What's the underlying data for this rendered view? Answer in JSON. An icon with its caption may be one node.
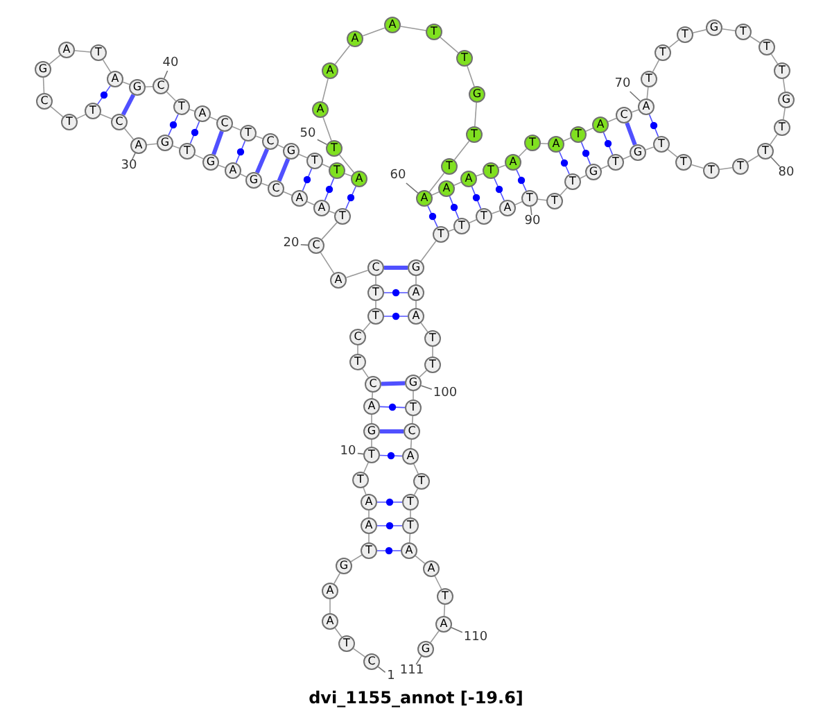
{
  "diagram": {
    "title": "dvi_1155_annot [-19.6]",
    "nodes": [
      {
        "text": [
          "C"
        ]
      },
      {
        "text": [
          "T"
        ]
      },
      {
        "text": [
          "A"
        ]
      },
      {
        "text": [
          "A"
        ]
      },
      {
        "text": [
          "G"
        ]
      },
      {
        "text": [
          "T"
        ]
      },
      {
        "text": [
          "A"
        ]
      },
      {
        "text": [
          "A"
        ]
      },
      {
        "text": [
          "T"
        ]
      },
      {
        "text": [
          "T"
        ]
      },
      {
        "text": [
          "G"
        ]
      },
      {
        "text": [
          "A"
        ]
      },
      {
        "text": [
          "C"
        ]
      },
      {
        "text": [
          "T"
        ]
      },
      {
        "text": [
          "C"
        ]
      },
      {
        "text": [
          "T"
        ]
      },
      {
        "text": [
          "T"
        ]
      },
      {
        "text": [
          "C"
        ]
      },
      {
        "text": [
          "A"
        ]
      },
      {
        "text": [
          "C"
        ]
      },
      {
        "text": [
          "T"
        ]
      },
      {
        "text": [
          "A"
        ]
      },
      {
        "text": [
          "A"
        ]
      },
      {
        "text": [
          "C"
        ]
      },
      {
        "text": [
          "G"
        ]
      },
      {
        "text": [
          "A"
        ]
      },
      {
        "text": [
          "G"
        ]
      },
      {
        "text": [
          "T"
        ]
      },
      {
        "text": [
          "G"
        ]
      },
      {
        "text": [
          "A"
        ]
      },
      {
        "text": [
          "C"
        ]
      },
      {
        "text": [
          "T"
        ]
      },
      {
        "text": [
          "T"
        ]
      },
      {
        "text": [
          "C"
        ]
      },
      {
        "text": [
          "G"
        ]
      },
      {
        "text": [
          "A"
        ]
      },
      {
        "text": [
          "T"
        ]
      },
      {
        "text": [
          "A"
        ]
      },
      {
        "text": [
          "G"
        ]
      },
      {
        "text": [
          "C"
        ]
      },
      {
        "text": [
          "T"
        ]
      },
      {
        "text": [
          "A"
        ]
      },
      {
        "text": [
          "C"
        ]
      },
      {
        "text": [
          "T"
        ]
      },
      {
        "text": [
          "C"
        ]
      },
      {
        "text": [
          "G"
        ]
      },
      {
        "text": [
          "T"
        ]
      },
      {
        "text": [
          "T"
        ]
      },
      {
        "text": [
          "A"
        ]
      },
      {
        "text": [
          "T"
        ]
      },
      {
        "text": [
          "A"
        ]
      },
      {
        "text": [
          "A"
        ]
      },
      {
        "text": [
          "A"
        ]
      },
      {
        "text": [
          "A"
        ]
      },
      {
        "text": [
          "T"
        ]
      },
      {
        "text": [
          "T"
        ]
      },
      {
        "text": [
          "G"
        ]
      },
      {
        "text": [
          "T"
        ]
      },
      {
        "text": [
          "T"
        ]
      },
      {
        "text": [
          "A"
        ]
      },
      {
        "text": [
          "A"
        ]
      },
      {
        "text": [
          "A"
        ]
      },
      {
        "text": [
          "T"
        ]
      },
      {
        "text": [
          "A"
        ]
      },
      {
        "text": [
          "T"
        ]
      },
      {
        "text": [
          "A"
        ]
      },
      {
        "text": [
          "T"
        ]
      },
      {
        "text": [
          "A"
        ]
      },
      {
        "text": [
          "C"
        ]
      },
      {
        "text": [
          "A"
        ]
      },
      {
        "text": [
          "T"
        ]
      },
      {
        "text": [
          "T"
        ]
      },
      {
        "text": [
          "T"
        ]
      },
      {
        "text": [
          "G"
        ]
      },
      {
        "text": [
          "T"
        ]
      },
      {
        "text": [
          "T"
        ]
      },
      {
        "text": [
          "T"
        ]
      },
      {
        "text": [
          "G"
        ]
      },
      {
        "text": [
          "T"
        ]
      },
      {
        "text": [
          "T"
        ]
      },
      {
        "text": [
          "T"
        ]
      },
      {
        "text": [
          "T"
        ]
      },
      {
        "text": [
          "T"
        ]
      },
      {
        "text": [
          "T"
        ]
      },
      {
        "text": [
          "G"
        ]
      },
      {
        "text": [
          "T"
        ]
      },
      {
        "text": [
          "G"
        ]
      },
      {
        "text": [
          "T"
        ]
      },
      {
        "text": [
          "T"
        ]
      },
      {
        "text": [
          "T"
        ]
      },
      {
        "text": [
          "A"
        ]
      },
      {
        "text": [
          "T"
        ]
      },
      {
        "text": [
          "T"
        ]
      },
      {
        "text": [
          "T"
        ]
      },
      {
        "text": [
          "G"
        ]
      },
      {
        "text": [
          "A"
        ]
      },
      {
        "text": [
          "A"
        ]
      },
      {
        "text": [
          "T"
        ]
      },
      {
        "text": [
          "T"
        ]
      },
      {
        "text": [
          "G"
        ]
      },
      {
        "text": [
          "T"
        ]
      },
      {
        "text": [
          "C"
        ]
      },
      {
        "text": [
          "A"
        ]
      },
      {
        "text": [
          "T"
        ]
      },
      {
        "text": [
          "T"
        ]
      },
      {
        "text": [
          "T"
        ]
      },
      {
        "text": [
          "A"
        ]
      },
      {
        "text": [
          "A"
        ]
      },
      {
        "text": [
          "T"
        ]
      },
      {
        "text": [
          "A"
        ]
      },
      {
        "text": [
          "G"
        ]
      },
      {
        "text": [
          "1"
        ]
      },
      {
        "text": [
          "10"
        ]
      },
      {
        "text": [
          "20"
        ]
      },
      {
        "text": [
          "30"
        ]
      },
      {
        "text": [
          "40"
        ]
      },
      {
        "text": [
          "50"
        ]
      },
      {
        "text": [
          "60"
        ]
      },
      {
        "text": [
          "70"
        ]
      },
      {
        "text": [
          "80"
        ]
      },
      {
        "text": [
          "90"
        ]
      },
      {
        "text": [
          "100"
        ]
      },
      {
        "text": [
          "110"
        ]
      },
      {
        "text": [
          "111"
        ]
      }
    ],
    "edges": [
      {
        "from": 0,
        "to": 1,
        "arrow": "none"
      },
      {
        "from": 1,
        "to": 2,
        "arrow": "none"
      },
      {
        "from": 2,
        "to": 3,
        "arrow": "none"
      },
      {
        "from": 3,
        "to": 4,
        "arrow": "none"
      },
      {
        "from": 4,
        "to": 5,
        "arrow": "none"
      },
      {
        "from": 5,
        "to": 6,
        "arrow": "none"
      },
      {
        "from": 6,
        "to": 7,
        "arrow": "none"
      },
      {
        "from": 7,
        "to": 8,
        "arrow": "none"
      },
      {
        "from": 8,
        "to": 9,
        "arrow": "none"
      },
      {
        "from": 9,
        "to": 10,
        "arrow": "none"
      },
      {
        "from": 10,
        "to": 11,
        "arrow": "none"
      },
      {
        "from": 11,
        "to": 12,
        "arrow": "none"
      },
      {
        "from": 12,
        "to": 13,
        "arrow": "none"
      },
      {
        "from": 13,
        "to": 14,
        "arrow": "none"
      },
      {
        "from": 14,
        "to": 15,
        "arrow": "none"
      },
      {
        "from": 15,
        "to": 16,
        "arrow": "none"
      },
      {
        "from": 16,
        "to": 17,
        "arrow": "none"
      },
      {
        "from": 17,
        "to": 18,
        "arrow": "none"
      },
      {
        "from": 18,
        "to": 19,
        "arrow": "none"
      },
      {
        "from": 19,
        "to": 20,
        "arrow": "none"
      },
      {
        "from": 20,
        "to": 21,
        "arrow": "none"
      },
      {
        "from": 21,
        "to": 22,
        "arrow": "none"
      },
      {
        "from": 22,
        "to": 23,
        "arrow": "none"
      },
      {
        "from": 23,
        "to": 24,
        "arrow": "none"
      },
      {
        "from": 24,
        "to": 25,
        "arrow": "none"
      },
      {
        "from": 25,
        "to": 26,
        "arrow": "none"
      },
      {
        "from": 26,
        "to": 27,
        "arrow": "none"
      },
      {
        "from": 27,
        "to": 28,
        "arrow": "none"
      },
      {
        "from": 28,
        "to": 29,
        "arrow": "none"
      },
      {
        "from": 29,
        "to": 30,
        "arrow": "none"
      },
      {
        "from": 30,
        "to": 31,
        "arrow": "none"
      },
      {
        "from": 31,
        "to": 32,
        "arrow": "none"
      },
      {
        "from": 32,
        "to": 33,
        "arrow": "none"
      },
      {
        "from": 33,
        "to": 34,
        "arrow": "none"
      },
      {
        "from": 34,
        "to": 35,
        "arrow": "none"
      },
      {
        "from": 35,
        "to": 36,
        "arrow": "none"
      },
      {
        "from": 36,
        "to": 37,
        "arrow": "none"
      },
      {
        "from": 37,
        "to": 38,
        "arrow": "none"
      },
      {
        "from": 38,
        "to": 39,
        "arrow": "none"
      },
      {
        "from": 39,
        "to": 40,
        "arrow": "none"
      },
      {
        "from": 40,
        "to": 41,
        "arrow": "none"
      },
      {
        "from": 41,
        "to": 42,
        "arrow": "none"
      },
      {
        "from": 42,
        "to": 43,
        "arrow": "none"
      },
      {
        "from": 43,
        "to": 44,
        "arrow": "none"
      },
      {
        "from": 44,
        "to": 45,
        "arrow": "none"
      },
      {
        "from": 45,
        "to": 46,
        "arrow": "none"
      },
      {
        "from": 46,
        "to": 47,
        "arrow": "none"
      },
      {
        "from": 47,
        "to": 48,
        "arrow": "none"
      },
      {
        "from": 48,
        "to": 49,
        "arrow": "none"
      },
      {
        "from": 49,
        "to": 50,
        "arrow": "none"
      },
      {
        "from": 50,
        "to": 51,
        "arrow": "none"
      },
      {
        "from": 51,
        "to": 52,
        "arrow": "none"
      },
      {
        "from": 52,
        "to": 53,
        "arrow": "none"
      },
      {
        "from": 53,
        "to": 54,
        "arrow": "none"
      },
      {
        "from": 54,
        "to": 55,
        "arrow": "none"
      },
      {
        "from": 55,
        "to": 56,
        "arrow": "none"
      },
      {
        "from": 56,
        "to": 57,
        "arrow": "none"
      },
      {
        "from": 57,
        "to": 58,
        "arrow": "none"
      },
      {
        "from": 58,
        "to": 59,
        "arrow": "none"
      },
      {
        "from": 59,
        "to": 60,
        "arrow": "none"
      },
      {
        "from": 60,
        "to": 61,
        "arrow": "none"
      },
      {
        "from": 61,
        "to": 62,
        "arrow": "none"
      },
      {
        "from": 62,
        "to": 63,
        "arrow": "none"
      },
      {
        "from": 63,
        "to": 64,
        "arrow": "none"
      },
      {
        "from": 64,
        "to": 65,
        "arrow": "none"
      },
      {
        "from": 65,
        "to": 66,
        "arrow": "none"
      },
      {
        "from": 66,
        "to": 67,
        "arrow": "none"
      },
      {
        "from": 67,
        "to": 68,
        "arrow": "none"
      },
      {
        "from": 68,
        "to": 69,
        "arrow": "none"
      },
      {
        "from": 69,
        "to": 70,
        "arrow": "none"
      },
      {
        "from": 70,
        "to": 71,
        "arrow": "none"
      },
      {
        "from": 71,
        "to": 72,
        "arrow": "none"
      },
      {
        "from": 72,
        "to": 73,
        "arrow": "none"
      },
      {
        "from": 73,
        "to": 74,
        "arrow": "none"
      },
      {
        "from": 74,
        "to": 75,
        "arrow": "none"
      },
      {
        "from": 75,
        "to": 76,
        "arrow": "none"
      },
      {
        "from": 76,
        "to": 77,
        "arrow": "none"
      },
      {
        "from": 77,
        "to": 78,
        "arrow": "none"
      },
      {
        "from": 78,
        "to": 79,
        "arrow": "none"
      },
      {
        "from": 79,
        "to": 80,
        "arrow": "none"
      },
      {
        "from": 80,
        "to": 81,
        "arrow": "none"
      },
      {
        "from": 81,
        "to": 82,
        "arrow": "none"
      },
      {
        "from": 82,
        "to": 83,
        "arrow": "none"
      },
      {
        "from": 83,
        "to": 84,
        "arrow": "none"
      },
      {
        "from": 84,
        "to": 85,
        "arrow": "none"
      },
      {
        "from": 85,
        "to": 86,
        "arrow": "none"
      },
      {
        "from": 86,
        "to": 87,
        "arrow": "none"
      },
      {
        "from": 87,
        "to": 88,
        "arrow": "none"
      },
      {
        "from": 88,
        "to": 89,
        "arrow": "none"
      },
      {
        "from": 89,
        "to": 90,
        "arrow": "none"
      },
      {
        "from": 90,
        "to": 91,
        "arrow": "none"
      },
      {
        "from": 91,
        "to": 92,
        "arrow": "none"
      },
      {
        "from": 92,
        "to": 93,
        "arrow": "none"
      },
      {
        "from": 93,
        "to": 94,
        "arrow": "none"
      },
      {
        "from": 94,
        "to": 95,
        "arrow": "none"
      },
      {
        "from": 95,
        "to": 96,
        "arrow": "none"
      },
      {
        "from": 96,
        "to": 97,
        "arrow": "none"
      },
      {
        "from": 97,
        "to": 98,
        "arrow": "none"
      },
      {
        "from": 98,
        "to": 99,
        "arrow": "none"
      },
      {
        "from": 99,
        "to": 100,
        "arrow": "none"
      },
      {
        "from": 100,
        "to": 101,
        "arrow": "none"
      },
      {
        "from": 101,
        "to": 102,
        "arrow": "none"
      },
      {
        "from": 102,
        "to": 103,
        "arrow": "none"
      },
      {
        "from": 103,
        "to": 104,
        "arrow": "none"
      },
      {
        "from": 104,
        "to": 105,
        "arrow": "none"
      },
      {
        "from": 105,
        "to": 106,
        "arrow": "none"
      },
      {
        "from": 106,
        "to": 107,
        "arrow": "none"
      },
      {
        "from": 107,
        "to": 108,
        "arrow": "none"
      },
      {
        "from": 108,
        "to": 109,
        "arrow": "none"
      },
      {
        "from": 109,
        "to": 110,
        "arrow": "none"
      },
      {
        "from": 5,
        "to": 106,
        "arrow": "none",
        "color": "#5050ff"
      },
      {
        "from": 6,
        "to": 105,
        "arrow": "none",
        "color": "#5050ff"
      },
      {
        "from": 7,
        "to": 104,
        "arrow": "none",
        "color": "#5050ff"
      },
      {
        "from": 9,
        "to": 102,
        "arrow": "none",
        "color": "#5050ff"
      },
      {
        "from": 10,
        "to": 101,
        "arrow": "none",
        "style": "thick",
        "color": "#5050ff"
      },
      {
        "from": 11,
        "to": 100,
        "arrow": "none",
        "color": "#5050ff"
      },
      {
        "from": 12,
        "to": 99,
        "arrow": "none",
        "style": "thick",
        "color": "#5050ff"
      },
      {
        "from": 15,
        "to": 96,
        "arrow": "none",
        "color": "#5050ff"
      },
      {
        "from": 16,
        "to": 95,
        "arrow": "none",
        "color": "#5050ff"
      },
      {
        "from": 17,
        "to": 94,
        "arrow": "none",
        "style": "thick",
        "color": "#5050ff"
      },
      {
        "from": 20,
        "to": 48,
        "arrow": "none",
        "color": "#5050ff"
      },
      {
        "from": 21,
        "to": 47,
        "arrow": "none",
        "color": "#5050ff"
      },
      {
        "from": 22,
        "to": 46,
        "arrow": "none",
        "color": "#5050ff"
      },
      {
        "from": 23,
        "to": 45,
        "arrow": "none",
        "style": "thick",
        "color": "#5050ff"
      },
      {
        "from": 24,
        "to": 44,
        "arrow": "none",
        "style": "thick",
        "color": "#5050ff"
      },
      {
        "from": 25,
        "to": 43,
        "arrow": "none",
        "color": "#5050ff"
      },
      {
        "from": 26,
        "to": 42,
        "arrow": "none",
        "style": "thick",
        "color": "#5050ff"
      },
      {
        "from": 27,
        "to": 41,
        "arrow": "none",
        "color": "#5050ff"
      },
      {
        "from": 28,
        "to": 40,
        "arrow": "none",
        "color": "#5050ff"
      },
      {
        "from": 30,
        "to": 38,
        "arrow": "none",
        "style": "thick",
        "color": "#5050ff"
      },
      {
        "from": 31,
        "to": 37,
        "arrow": "none",
        "color": "#5050ff"
      },
      {
        "from": 59,
        "to": 93,
        "arrow": "none",
        "color": "#5050ff"
      },
      {
        "from": 60,
        "to": 92,
        "arrow": "none",
        "color": "#5050ff"
      },
      {
        "from": 61,
        "to": 91,
        "arrow": "none",
        "color": "#5050ff"
      },
      {
        "from": 62,
        "to": 90,
        "arrow": "none",
        "color": "#5050ff"
      },
      {
        "from": 63,
        "to": 89,
        "arrow": "none",
        "color": "#5050ff"
      },
      {
        "from": 65,
        "to": 87,
        "arrow": "none",
        "color": "#5050ff"
      },
      {
        "from": 66,
        "to": 86,
        "arrow": "none",
        "color": "#5050ff"
      },
      {
        "from": 67,
        "to": 85,
        "arrow": "none",
        "color": "#5050ff"
      },
      {
        "from": 68,
        "to": 84,
        "arrow": "none",
        "style": "thick",
        "color": "#5050ff"
      },
      {
        "from": 69,
        "to": 83,
        "arrow": "none",
        "color": "#5050ff"
      },
      {
        "from": 111,
        "to": 0,
        "arrow": "none"
      },
      {
        "from": 112,
        "to": 9,
        "arrow": "none"
      },
      {
        "from": 113,
        "to": 19,
        "arrow": "none"
      },
      {
        "from": 114,
        "to": 29,
        "arrow": "none"
      },
      {
        "from": 115,
        "to": 39,
        "arrow": "none"
      },
      {
        "from": 116,
        "to": 49,
        "arrow": "none"
      },
      {
        "from": 117,
        "to": 59,
        "arrow": "none"
      },
      {
        "from": 118,
        "to": 69,
        "arrow": "none"
      },
      {
        "from": 119,
        "to": 79,
        "arrow": "none"
      },
      {
        "from": 120,
        "to": 89,
        "arrow": "none"
      },
      {
        "from": 121,
        "to": 99,
        "arrow": "none"
      },
      {
        "from": 122,
        "to": 109,
        "arrow": "none"
      },
      {
        "from": 123,
        "to": 110,
        "arrow": "none"
      }
    ]
  }
}
